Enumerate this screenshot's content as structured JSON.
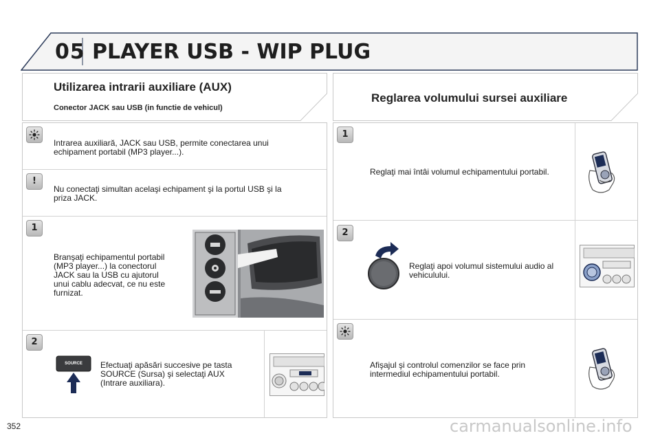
{
  "header": {
    "chapter": "05",
    "title": "PLAYER USB - WIP PLUG"
  },
  "left": {
    "title": "Utilizarea intrarii auxiliare (AUX)",
    "subtitle": "Conector JACK sau USB (in functie de vehicul)",
    "rows": [
      {
        "badge": "",
        "badge_icon": "tip-sun-icon",
        "text_lines": [
          "Intrarea auxiliară, JACK sau USB, permite conectarea unui",
          "echipament portabil (MP3 player...)."
        ]
      },
      {
        "badge": "!",
        "badge_icon": "warning-icon",
        "text_lines": [
          "Nu conectaţi simultan acelaşi echipament şi la portul USB şi la",
          "priza JACK."
        ]
      },
      {
        "badge": "1",
        "badge_icon": "step-icon",
        "text_lines": [
          "Branşaţi echipamentul portabil",
          "(MP3 player...) la conectorul",
          "JACK sau la USB cu ajutorul",
          "unui cablu adecvat, ce nu este",
          "furnizat."
        ]
      },
      {
        "badge": "2",
        "badge_icon": "step-icon",
        "button_label": "SOURCE",
        "text_lines": [
          "Efectuaţi apăsări succesive pe tasta",
          "SOURCE (Sursa) şi selectaţi AUX",
          "(Intrare auxiliara)."
        ]
      }
    ]
  },
  "right": {
    "title": "Reglarea volumului sursei auxiliare",
    "rows": [
      {
        "badge": "1",
        "badge_icon": "step-icon",
        "text_lines": [
          "Reglaţi mai întâi volumul echipamentului portabil."
        ]
      },
      {
        "badge": "2",
        "badge_icon": "step-icon",
        "text_lines": [
          "Reglaţi apoi volumul sistemului audio al",
          "vehiculului."
        ]
      },
      {
        "badge": "",
        "badge_icon": "tip-sun-icon",
        "text_lines": [
          "Afişajul şi controlul comenzilor se face prin",
          "intermediul echipamentului portabil."
        ]
      }
    ]
  },
  "footer": {
    "page_number": "352",
    "watermark": "carmanualsonline.info"
  },
  "colors": {
    "frame": "#2c3b5a",
    "header_fill": "#f4f4f4",
    "border": "#c8c8c8",
    "badge": "#c4c4c4",
    "arrow": "#1c2c56"
  }
}
